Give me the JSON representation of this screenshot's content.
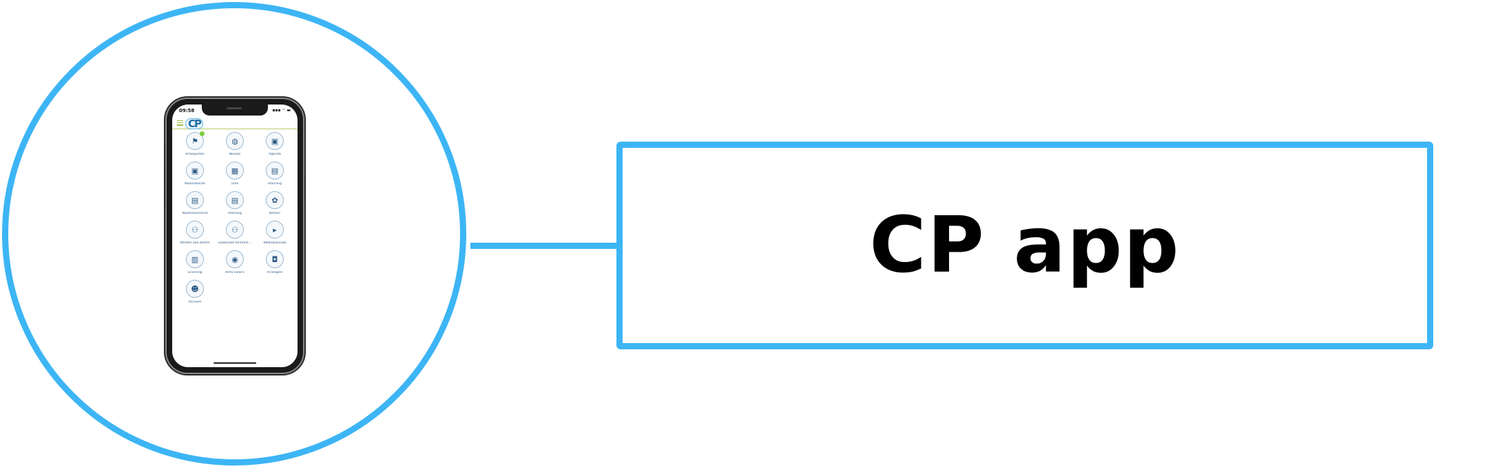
{
  "label": {
    "text": "CP app"
  },
  "phone": {
    "status_time": "09:58",
    "status_icons": "▪▪▪ ◠ ▬",
    "logo": "CP",
    "logo_subtitle": "",
    "tiles": [
      {
        "label": "Actiepunten",
        "glyph": "⚑",
        "icon": "flag-icon"
      },
      {
        "label": "Nieuws",
        "glyph": "◍",
        "icon": "globe-icon"
      },
      {
        "label": "Agenda",
        "glyph": "▣",
        "icon": "calendar-icon"
      },
      {
        "label": "Naamdoorde",
        "glyph": "▣",
        "icon": "calendar-icon"
      },
      {
        "label": "Uren",
        "glyph": "▦",
        "icon": "calculator-icon"
      },
      {
        "label": "Planning",
        "glyph": "▤",
        "icon": "clipboard-icon"
      },
      {
        "label": "Naamsoverzicht",
        "glyph": "▤",
        "icon": "clipboard-icon"
      },
      {
        "label": "Planning",
        "glyph": "▤",
        "icon": "clipboard-icon"
      },
      {
        "label": "Beheer",
        "glyph": "✿",
        "icon": "gear-icon"
      },
      {
        "label": "Melden aan Bestel",
        "glyph": "⚇",
        "icon": "people-icon"
      },
      {
        "label": "Download formulie...",
        "glyph": "⚇",
        "icon": "people-icon"
      },
      {
        "label": "Webinbassado",
        "glyph": "▸",
        "icon": "play-icon"
      },
      {
        "label": "Scanning",
        "glyph": "▥",
        "icon": "book-icon"
      },
      {
        "label": "AFAS salaris",
        "glyph": "◉",
        "icon": "broadcast-icon"
      },
      {
        "label": "Incongele",
        "glyph": "◘",
        "icon": "camera-icon"
      },
      {
        "label": "Account",
        "glyph": "☻",
        "icon": "person-icon"
      }
    ]
  },
  "colors": {
    "accent": "#3db5f5",
    "app_blue": "#2d5b86",
    "app_green": "#9bbd3c"
  }
}
